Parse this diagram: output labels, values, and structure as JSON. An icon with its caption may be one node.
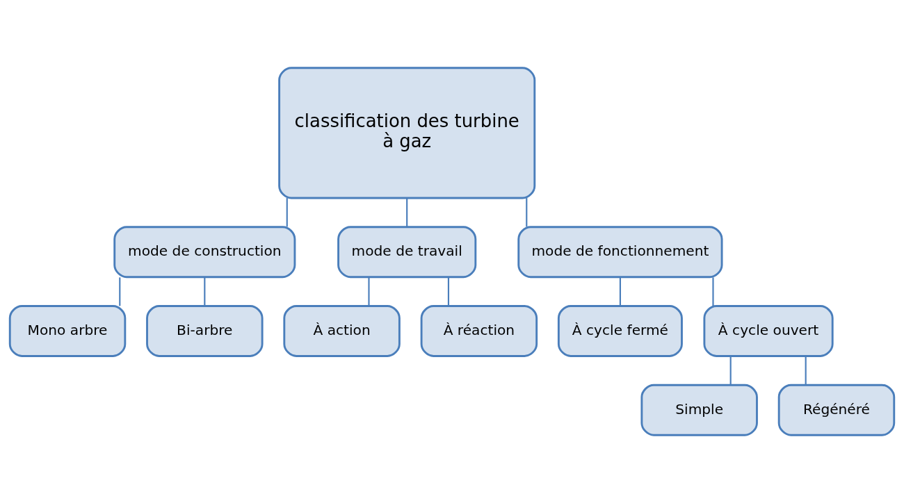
{
  "diagram": {
    "nodes": [
      {
        "text": [
          "classification des turbine",
          "à gaz"
        ]
      },
      {
        "text": [
          "mode de construction"
        ]
      },
      {
        "text": [
          "mode de travail"
        ]
      },
      {
        "text": [
          "mode de fonctionnement"
        ]
      },
      {
        "text": [
          "Mono arbre"
        ]
      },
      {
        "text": [
          "Bi-arbre"
        ]
      },
      {
        "text": [
          "À action"
        ]
      },
      {
        "text": [
          "À réaction"
        ]
      },
      {
        "text": [
          "À cycle fermé"
        ]
      },
      {
        "text": [
          "À cycle ouvert"
        ]
      },
      {
        "text": [
          "Simple"
        ]
      },
      {
        "text": [
          "Régénéré"
        ]
      }
    ],
    "edges": [
      {
        "from": 0,
        "to": 1,
        "arrow": "none"
      },
      {
        "from": 0,
        "to": 2,
        "arrow": "none"
      },
      {
        "from": 0,
        "to": 3,
        "arrow": "none"
      },
      {
        "from": 1,
        "to": 4,
        "arrow": "none"
      },
      {
        "from": 1,
        "to": 5,
        "arrow": "none"
      },
      {
        "from": 2,
        "to": 6,
        "arrow": "none"
      },
      {
        "from": 2,
        "to": 7,
        "arrow": "none"
      },
      {
        "from": 3,
        "to": 8,
        "arrow": "none"
      },
      {
        "from": 3,
        "to": 9,
        "arrow": "none"
      },
      {
        "from": 9,
        "to": 10,
        "arrow": "none"
      },
      {
        "from": 9,
        "to": 11,
        "arrow": "none"
      }
    ]
  }
}
